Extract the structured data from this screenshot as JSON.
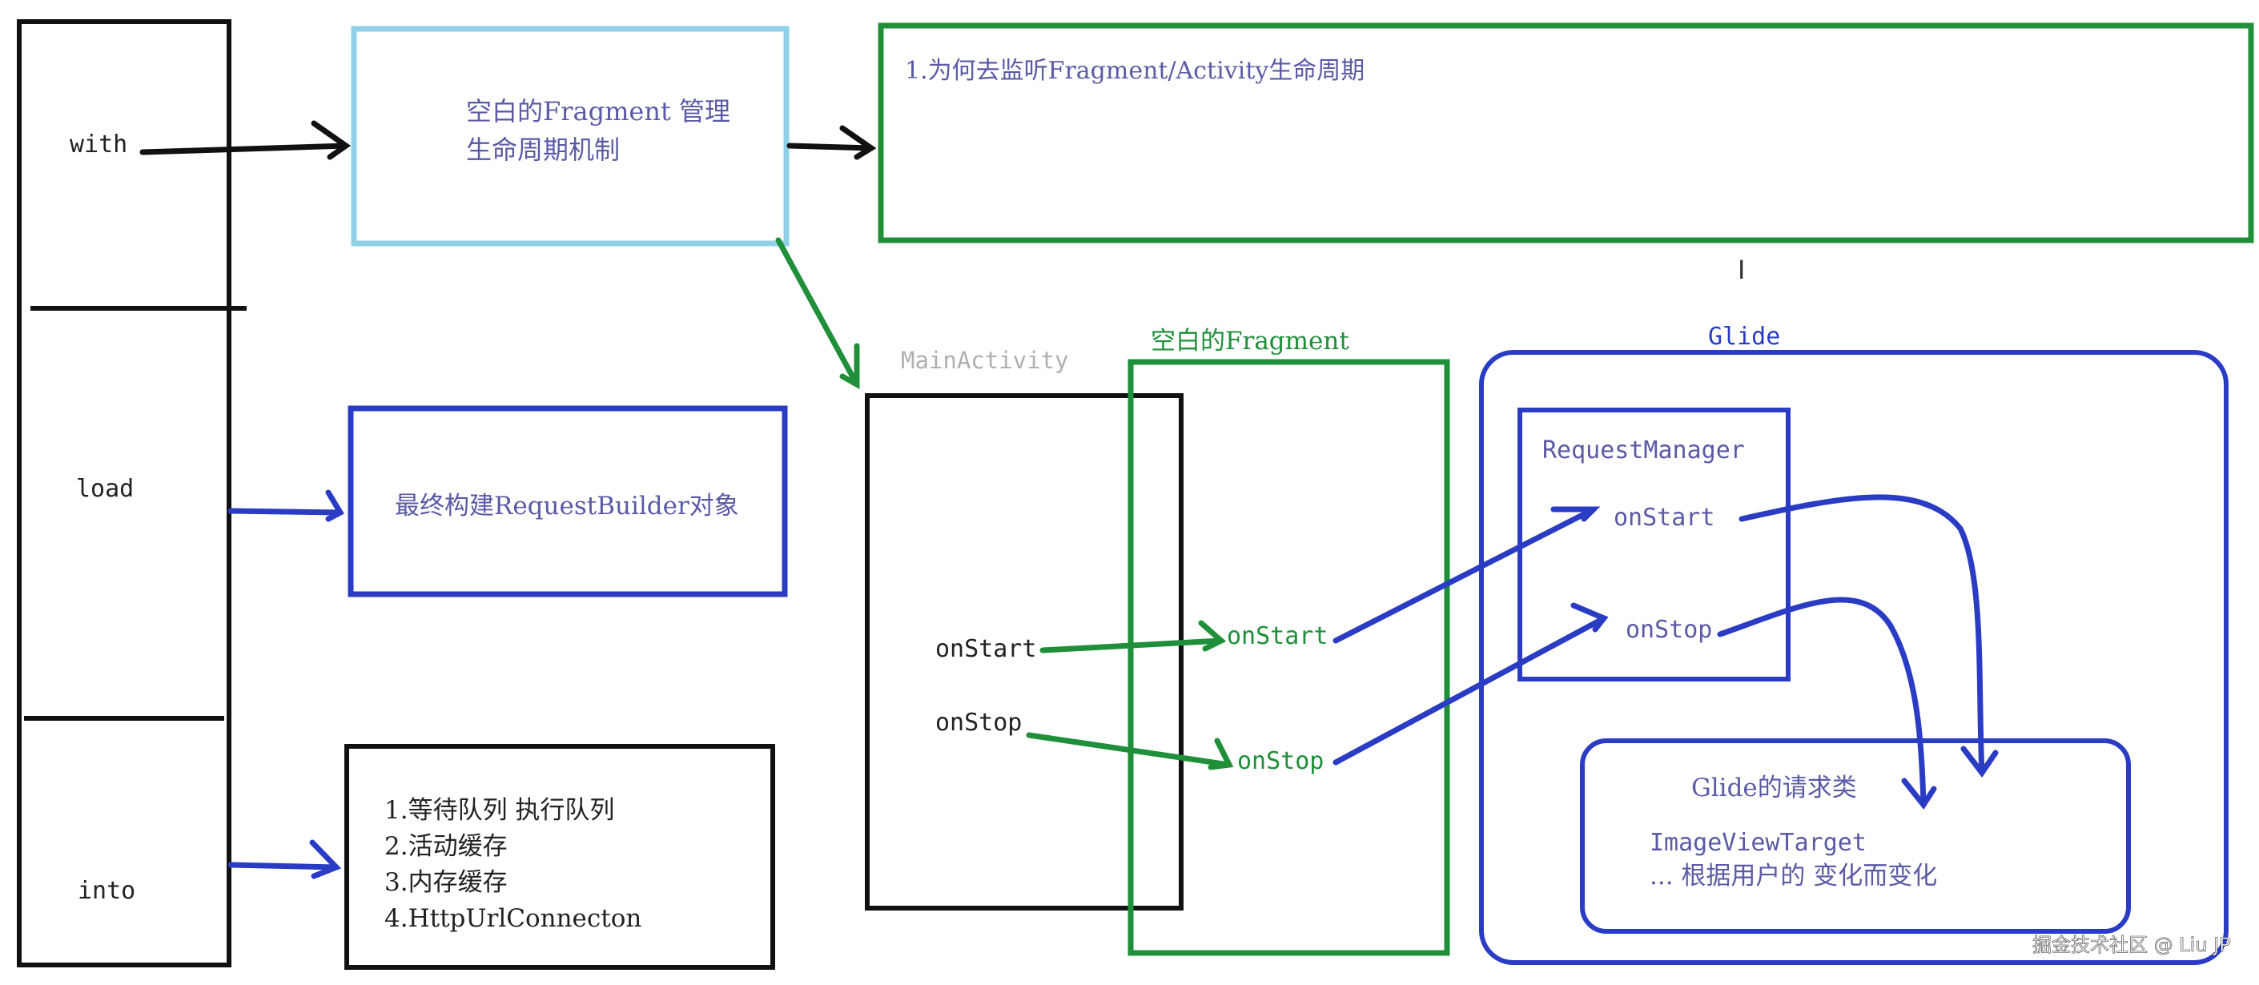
{
  "colors": {
    "black": "#111111",
    "green": "#1f8f3a",
    "blue": "#2a3cc4",
    "lightBlue": "#8fd0e6",
    "textBlue": "#5a5aa6",
    "textGray": "#b0b0b0",
    "textDark": "#222222",
    "watermark": "#ffffff"
  },
  "leftColumn": {
    "with": "with",
    "load": "load",
    "into": "into"
  },
  "boxes": {
    "fragmentManage": {
      "line1": "空白的Fragment 管理",
      "line2": "生命周期机制"
    },
    "whyListen": {
      "text": "1.为何去监听Fragment/Activity生命周期"
    },
    "requestBuilder": {
      "text": "最终构建RequestBuilder对象"
    },
    "intoList": {
      "items": [
        "1.等待队列   执行队列",
        "2.活动缓存",
        "3.内存缓存",
        "4.HttpUrlConnecton"
      ]
    }
  },
  "lifecycle": {
    "mainActivity": {
      "title": "MainActivity",
      "onStart": "onStart",
      "onStop": "onStop"
    },
    "blankFragment": {
      "title": "空白的Fragment",
      "onStart": "onStart",
      "onStop": "onStop"
    },
    "glide": {
      "title": "Glide",
      "requestManager": {
        "title": "RequestManager",
        "onStart": "onStart",
        "onStop": "onStop"
      },
      "requestClass": {
        "title": "Glide的请求类",
        "line1": "ImageViewTarget",
        "line2": "... 根据用户的 变化而变化"
      }
    }
  },
  "cursor": "I",
  "watermark": "掘金技术社区 @ Liu JP"
}
